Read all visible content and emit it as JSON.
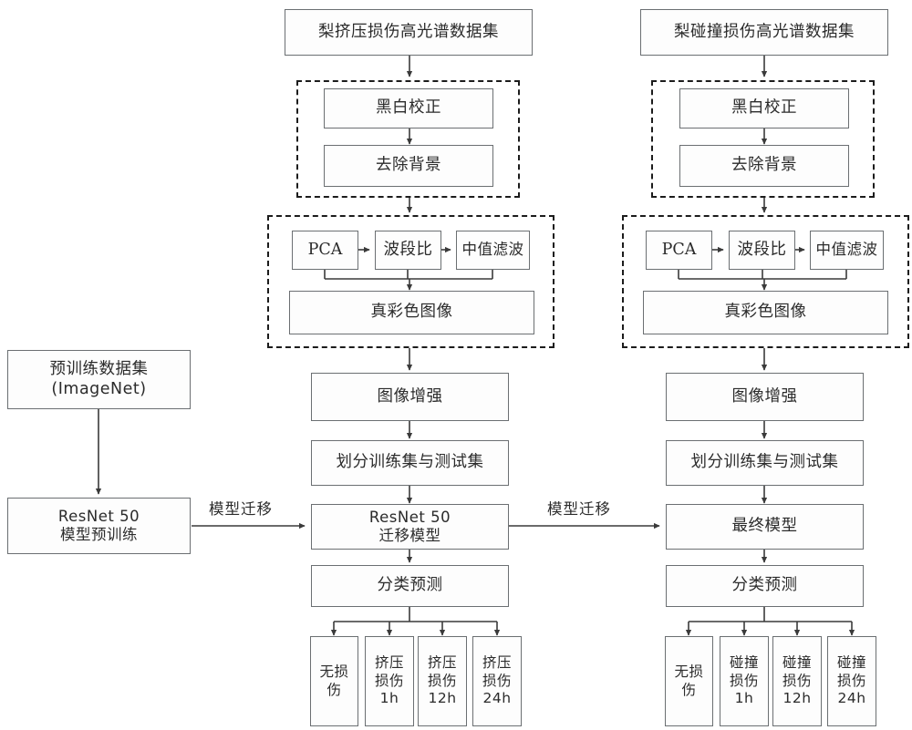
{
  "diagram": {
    "title_left": "梨挤压损伤高光谱数据集",
    "title_right": "梨碰撞损伤高光谱数据集",
    "preprocess": {
      "calibration": "黑白校正",
      "background": "去除背景"
    },
    "feature": {
      "pca": "PCA",
      "band_ratio": "波段比",
      "median_filter": "中值滤波",
      "true_color": "真彩色图像"
    },
    "pipeline": {
      "augment": "图像增强",
      "split": "划分训练集与测试集",
      "transfer_model": "ResNet 50\n迁移模型",
      "final_model": "最终模型",
      "classify": "分类预测"
    },
    "pretrain": {
      "dataset": "预训练数据集\n(ImageNet)",
      "model": "ResNet 50\n模型预训练"
    },
    "edge_labels": {
      "transfer_1": "模型迁移",
      "transfer_2": "模型迁移"
    },
    "leaves_left": [
      "无损\n伤",
      "挤压\n损伤\n1h",
      "挤压\n损伤\n12h",
      "挤压\n损伤\n24h"
    ],
    "leaves_right": [
      "无损\n伤",
      "碰撞\n损伤\n1h",
      "碰撞\n损伤\n12h",
      "碰撞\n损伤\n24h"
    ],
    "colors": {
      "box_border": "#6b6f72",
      "dashed_border": "#1c1c1c",
      "text": "#2b2b2b",
      "background": "#ffffff",
      "line": "#3a3a3a"
    }
  }
}
